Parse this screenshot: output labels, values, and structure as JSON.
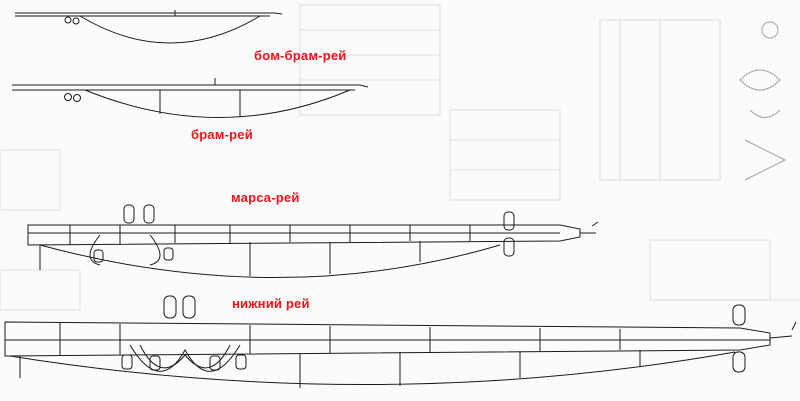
{
  "labels": {
    "royal_yard": "бом-брам-рей",
    "topgallant_yard": "брам-рей",
    "topsail_yard": "марса-рей",
    "lower_yard": "нижний рей"
  },
  "colors": {
    "label": "#e8161b",
    "ink": "#1b1b1b",
    "background_faint": "#d9dee3"
  }
}
